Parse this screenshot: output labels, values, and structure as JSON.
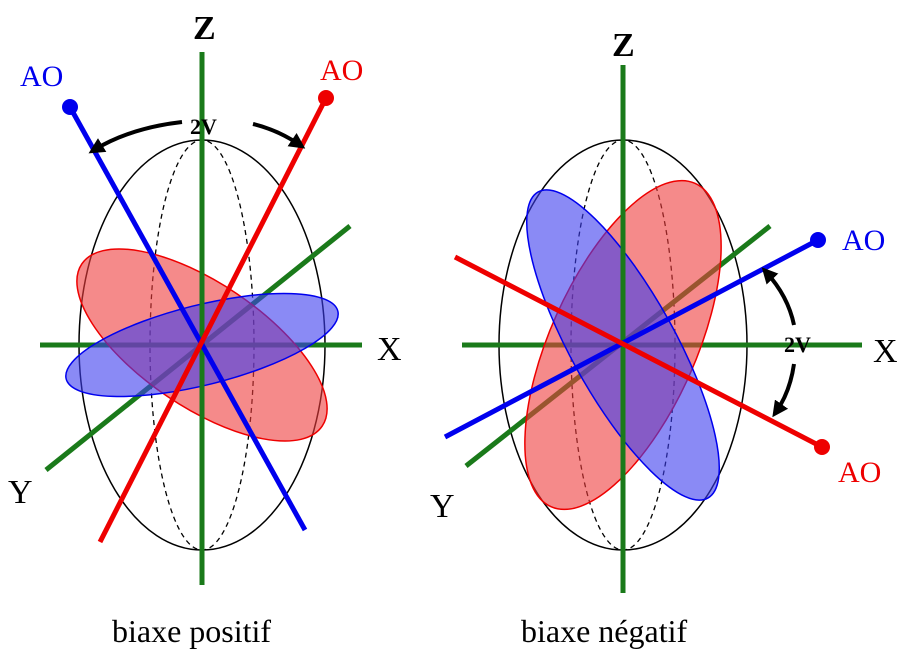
{
  "colors": {
    "blue": "#0000ee",
    "red": "#ee0000",
    "green": "#1a7a1a",
    "black": "#000000",
    "red_fill": "#f07070",
    "blue_fill": "#7070f0"
  },
  "left": {
    "caption": "biaxe positif",
    "z_label": "Z",
    "x_label": "X",
    "y_label": "Y",
    "ao_blue": "AO",
    "ao_red": "AO",
    "angle_label": "2V"
  },
  "right": {
    "caption": "biaxe négatif",
    "z_label": "Z",
    "x_label": "X",
    "y_label": "Y",
    "ao_blue": "AO",
    "ao_red": "AO",
    "angle_label": "2V"
  }
}
